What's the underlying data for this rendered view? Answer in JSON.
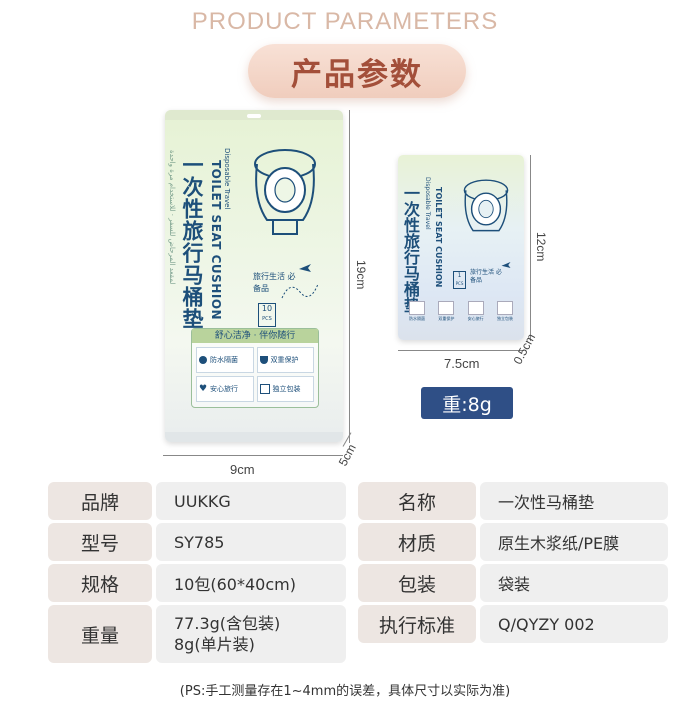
{
  "header": {
    "english_title": "PRODUCT PARAMETERS",
    "chinese_title": "产品参数"
  },
  "big_package": {
    "brand_vertical_cn": "一次性旅行马桶垫",
    "brand_vertical_en": "TOILET SEAT CUSHION",
    "small_en": "Disposable Travel",
    "slogan": "旅行生活 必备品",
    "pcs": "10",
    "pcs_unit": "PCS",
    "banner": "舒心洁净 · 伴你随行",
    "features": [
      "防水隔菌",
      "双重保护",
      "安心旅行",
      "独立包装"
    ],
    "width_label": "9cm",
    "height_label": "19cm",
    "depth_label": "5cm"
  },
  "small_package": {
    "brand_vertical_cn": "一次性旅行马桶垫",
    "brand_vertical_en": "TOILET SEAT CUSHION",
    "small_en": "Disposable Travel",
    "slogan": "旅行生活 必备品",
    "pcs": "1",
    "pcs_unit": "PCS",
    "features": [
      "防水隔菌",
      "双重保护",
      "安心旅行",
      "独立包装"
    ],
    "width_label": "7.5cm",
    "height_label": "12cm",
    "depth_label": "0.5cm",
    "weight_label": "重:8g"
  },
  "table": {
    "rows": [
      {
        "h1": "品牌",
        "v1": "UUKKG",
        "h2": "名称",
        "v2": "一次性马桶垫"
      },
      {
        "h1": "型号",
        "v1": "SY785",
        "h2": "材质",
        "v2": "原生木浆纸/PE膜"
      },
      {
        "h1": "规格",
        "v1": "10包(60*40cm)",
        "h2": "包装",
        "v2": "袋装"
      },
      {
        "h1": "重量",
        "v1a": "77.3g(含包装)",
        "v1b": "8g(单片装)",
        "h2": "执行标准",
        "v2": "Q/QYZY 002"
      }
    ]
  },
  "footnote": "(PS:手工测量存在1~4mm的误差，具体尺寸以实际为准)",
  "colors": {
    "accent_title": "#a34f3a",
    "english_title": "#d9b8a6",
    "badge": "#2f4f86",
    "package_text": "#1d4f7a"
  }
}
